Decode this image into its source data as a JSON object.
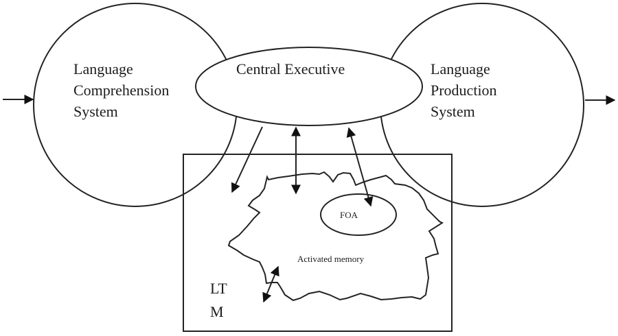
{
  "diagram": {
    "type": "working-memory-model",
    "nodes": {
      "comprehension": {
        "lines": [
          "Language",
          "Comprehension",
          "System"
        ]
      },
      "production": {
        "lines": [
          "Language",
          "Production",
          "System"
        ]
      },
      "central_executive": {
        "label": "Central Executive"
      },
      "ltm": {
        "lines": [
          "LT",
          "M"
        ]
      },
      "activated_memory": {
        "label": "Activated memory"
      },
      "foa": {
        "label": "FOA"
      }
    },
    "edges": [
      {
        "from": "input",
        "to": "comprehension",
        "direction": "one-way"
      },
      {
        "from": "production",
        "to": "output",
        "direction": "one-way"
      },
      {
        "from": "central_executive",
        "to": "ltm",
        "direction": "one-way"
      },
      {
        "from": "central_executive",
        "to": "activated_memory",
        "direction": "two-way"
      },
      {
        "from": "central_executive",
        "to": "foa",
        "direction": "two-way"
      },
      {
        "from": "activated_memory",
        "to": "ltm",
        "direction": "two-way"
      }
    ],
    "colors": {
      "line": "#222222",
      "background": "#ffffff"
    }
  }
}
